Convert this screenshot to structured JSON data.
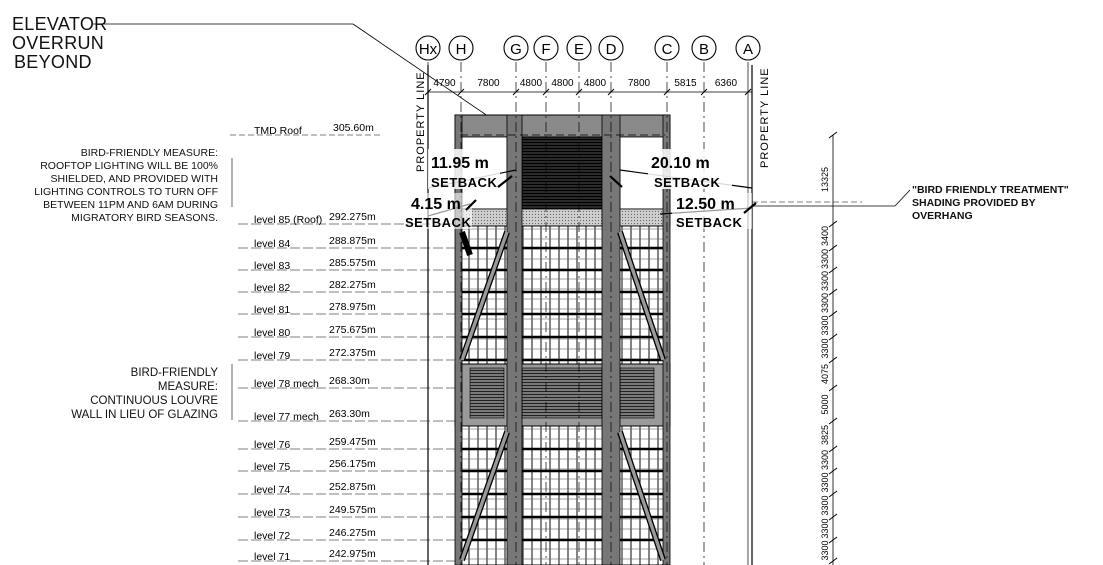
{
  "elevator_note": [
    "ELEVATOR",
    "OVERRUN",
    "BEYOND"
  ],
  "bird_note_top": [
    "BIRD-FRIENDLY MEASURE:",
    "ROOFTOP LIGHTING WILL BE  100%",
    "SHIELDED, AND PROVIDED WITH",
    "LIGHTING CONTROLS TO TURN OFF",
    "BETWEEN 11PM AND 6AM DURING",
    "MIGRATORY BIRD  SEASONS."
  ],
  "bird_note_mid": [
    "BIRD-FRIENDLY",
    "MEASURE:",
    "CONTINUOUS LOUVRE",
    "WALL IN LIEU OF GLAZING"
  ],
  "bird_note_right": [
    "\"BIRD FRIENDLY TREATMENT\"",
    "SHADING PROVIDED BY",
    "OVERHANG"
  ],
  "grid_lines": [
    "Hx",
    "H",
    "G",
    "F",
    "E",
    "D",
    "C",
    "B",
    "A"
  ],
  "grid_spacings": [
    "4790",
    "7800",
    "4800",
    "4800",
    "4800",
    "7800",
    "5815",
    "6360"
  ],
  "property_line_label": "PROPERTY  LINE",
  "tmd_roof": {
    "label": "TMD Roof",
    "elevation": "305.60m"
  },
  "levels": [
    {
      "label": "level 85 (Roof)",
      "elevation": "292.275m"
    },
    {
      "label": "level 84",
      "elevation": "288.875m"
    },
    {
      "label": "level 83",
      "elevation": "285.575m"
    },
    {
      "label": "level 82",
      "elevation": "282.275m"
    },
    {
      "label": "level 81",
      "elevation": "278.975m"
    },
    {
      "label": "level 80",
      "elevation": "275.675m"
    },
    {
      "label": "level 79",
      "elevation": "272.375m"
    },
    {
      "label": "level 78 mech",
      "elevation": "268.30m"
    },
    {
      "label": "level 77 mech",
      "elevation": "263.30m"
    },
    {
      "label": "level 76",
      "elevation": "259.475m"
    },
    {
      "label": "level 75",
      "elevation": "256.175m"
    },
    {
      "label": "level 74",
      "elevation": "252.875m"
    },
    {
      "label": "level 73",
      "elevation": "249.575m"
    },
    {
      "label": "level 72",
      "elevation": "246.275m"
    },
    {
      "label": "level 71",
      "elevation": "242.975m"
    }
  ],
  "setbacks": [
    {
      "value": "11.95 m",
      "label": "SETBACK"
    },
    {
      "value": "20.10 m",
      "label": "SETBACK"
    },
    {
      "value": "4.15 m",
      "label": "SETBACK"
    },
    {
      "value": "12.50 m",
      "label": "SETBACK"
    }
  ],
  "vertical_dims": [
    "13325",
    "3400",
    "3300",
    "3300",
    "3300",
    "3300",
    "3300",
    "4075",
    "5000",
    "3825",
    "3300",
    "3300",
    "3300",
    "3300",
    "3300"
  ]
}
